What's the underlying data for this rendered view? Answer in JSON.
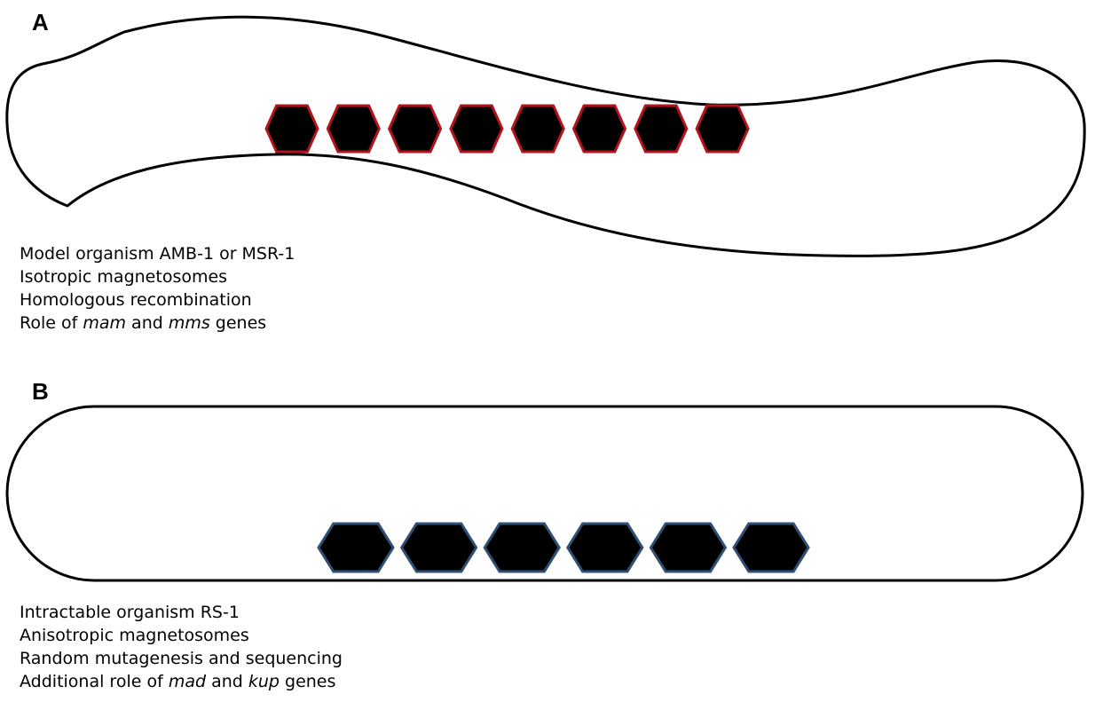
{
  "panels": [
    {
      "id": "A",
      "label": "A",
      "outline_color": "#000000",
      "magnetosome_fill": "#000000",
      "magnetosome_stroke": "#b5121b",
      "magnetosome_count": 8,
      "lines": [
        [
          {
            "t": "Model organism AMB-1 or MSR-1",
            "i": false
          }
        ],
        [
          {
            "t": "Isotropic magnetosomes",
            "i": false
          }
        ],
        [
          {
            "t": "Homologous recombination",
            "i": false
          }
        ],
        [
          {
            "t": "Role of ",
            "i": false
          },
          {
            "t": "mam",
            "i": true
          },
          {
            "t": " and ",
            "i": false
          },
          {
            "t": "mms",
            "i": true
          },
          {
            "t": " genes",
            "i": false
          }
        ]
      ]
    },
    {
      "id": "B",
      "label": "B",
      "outline_color": "#000000",
      "magnetosome_fill": "#000000",
      "magnetosome_stroke": "#2f4f75",
      "magnetosome_count": 6,
      "lines": [
        [
          {
            "t": "Intractable organism RS-1",
            "i": false
          }
        ],
        [
          {
            "t": "Anisotropic magnetosomes",
            "i": false
          }
        ],
        [
          {
            "t": "Random mutagenesis and sequencing",
            "i": false
          }
        ],
        [
          {
            "t": "Additional role of ",
            "i": false
          },
          {
            "t": "mad",
            "i": true
          },
          {
            "t": " and ",
            "i": false
          },
          {
            "t": "kup",
            "i": true
          },
          {
            "t": " genes",
            "i": false
          }
        ]
      ]
    }
  ]
}
